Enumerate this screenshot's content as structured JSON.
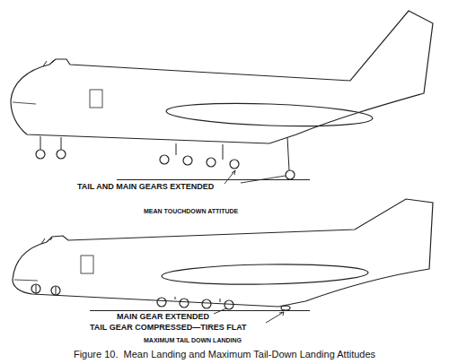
{
  "diagram": {
    "caption": "Figure 10.  Mean Landing and Maximum Tail-Down Landing Attitudes",
    "labels": [
      "TAIL AND MAIN GEARS EXTENDED",
      "MEAN TOUCHDOWN ATTITUDE",
      "MAIN GEAR EXTENDED",
      "TAIL GEAR COMPRESSED—TIRES FLAT",
      "MAXIMUM TAIL DOWN LANDING"
    ]
  }
}
